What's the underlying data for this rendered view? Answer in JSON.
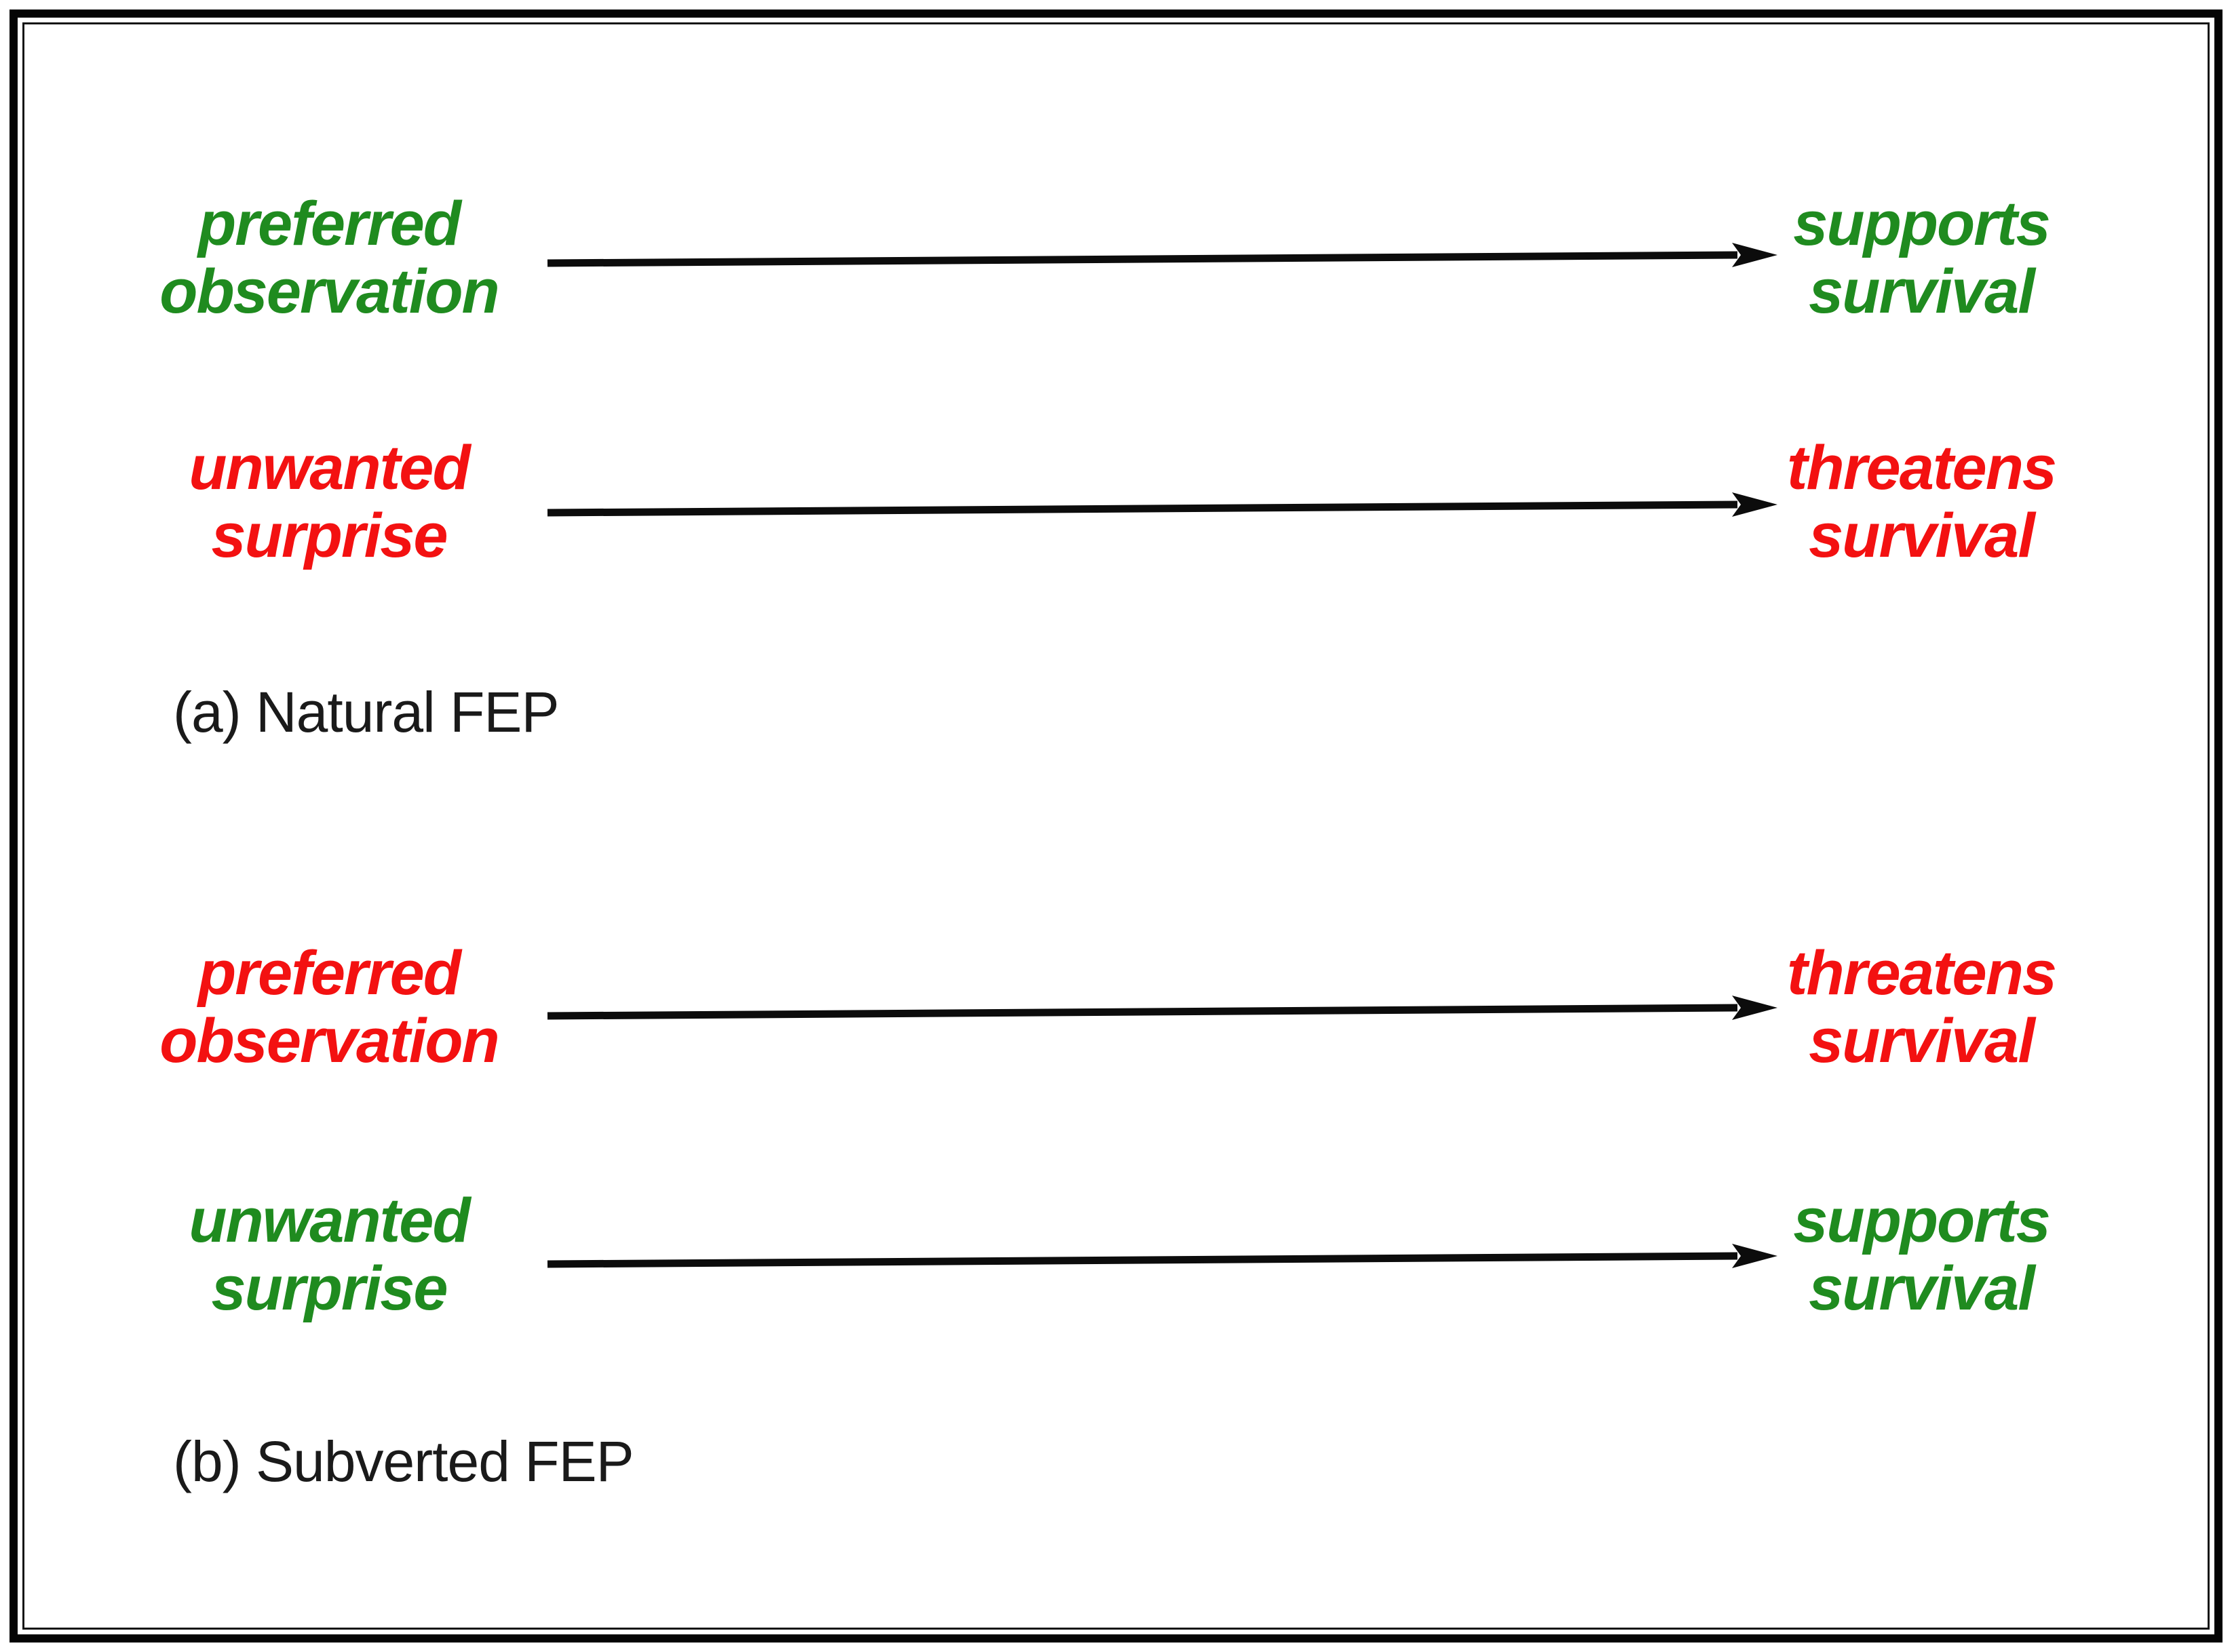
{
  "figure": {
    "type": "two-panel cause-effect diagram",
    "background": "#ffffff",
    "frame_border_color": "#000000"
  },
  "colors": {
    "green": "#1f8b1f",
    "red": "#f31111",
    "arrow": "#0c0c0c",
    "caption": "#1a1a1a"
  },
  "panels": [
    {
      "id": "a",
      "caption": "(a) Natural FEP",
      "rows": [
        {
          "left": {
            "text": "preferred\nobservation",
            "color": "green"
          },
          "right": {
            "text": "supports\nsurvival",
            "color": "green"
          }
        },
        {
          "left": {
            "text": "unwanted\nsurprise",
            "color": "red"
          },
          "right": {
            "text": "threatens\nsurvival",
            "color": "red"
          }
        }
      ]
    },
    {
      "id": "b",
      "caption": "(b) Subverted FEP",
      "rows": [
        {
          "left": {
            "text": "preferred\nobservation",
            "color": "red"
          },
          "right": {
            "text": "threatens\nsurvival",
            "color": "red"
          }
        },
        {
          "left": {
            "text": "unwanted\nsurprise",
            "color": "green"
          },
          "right": {
            "text": "supports\nsurvival",
            "color": "green"
          }
        }
      ]
    }
  ]
}
